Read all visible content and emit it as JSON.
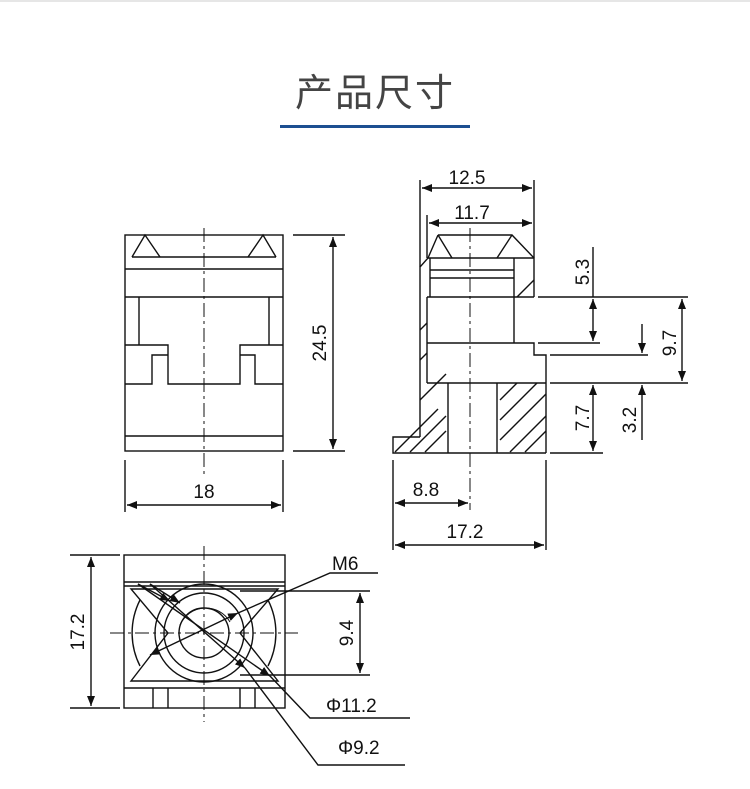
{
  "header": {
    "title": "产品尺寸",
    "accent_color": "#1d4f91"
  },
  "front_view": {
    "width_label": "18",
    "height_label": "24.5"
  },
  "side_view": {
    "top_width_label": "12.5",
    "inner_width_label": "11.7",
    "dim_5_3": "5.3",
    "dim_9_7": "9.7",
    "dim_7_7": "7.7",
    "dim_3_2": "3.2",
    "dim_8_8": "8.8",
    "dim_17_2": "17.2"
  },
  "bottom_view": {
    "height_label": "17.2",
    "dim_9_4": "9.4",
    "thread_label": "M6",
    "dia_outer_label": "Φ11.2",
    "dia_inner_label": "Φ9.2"
  }
}
